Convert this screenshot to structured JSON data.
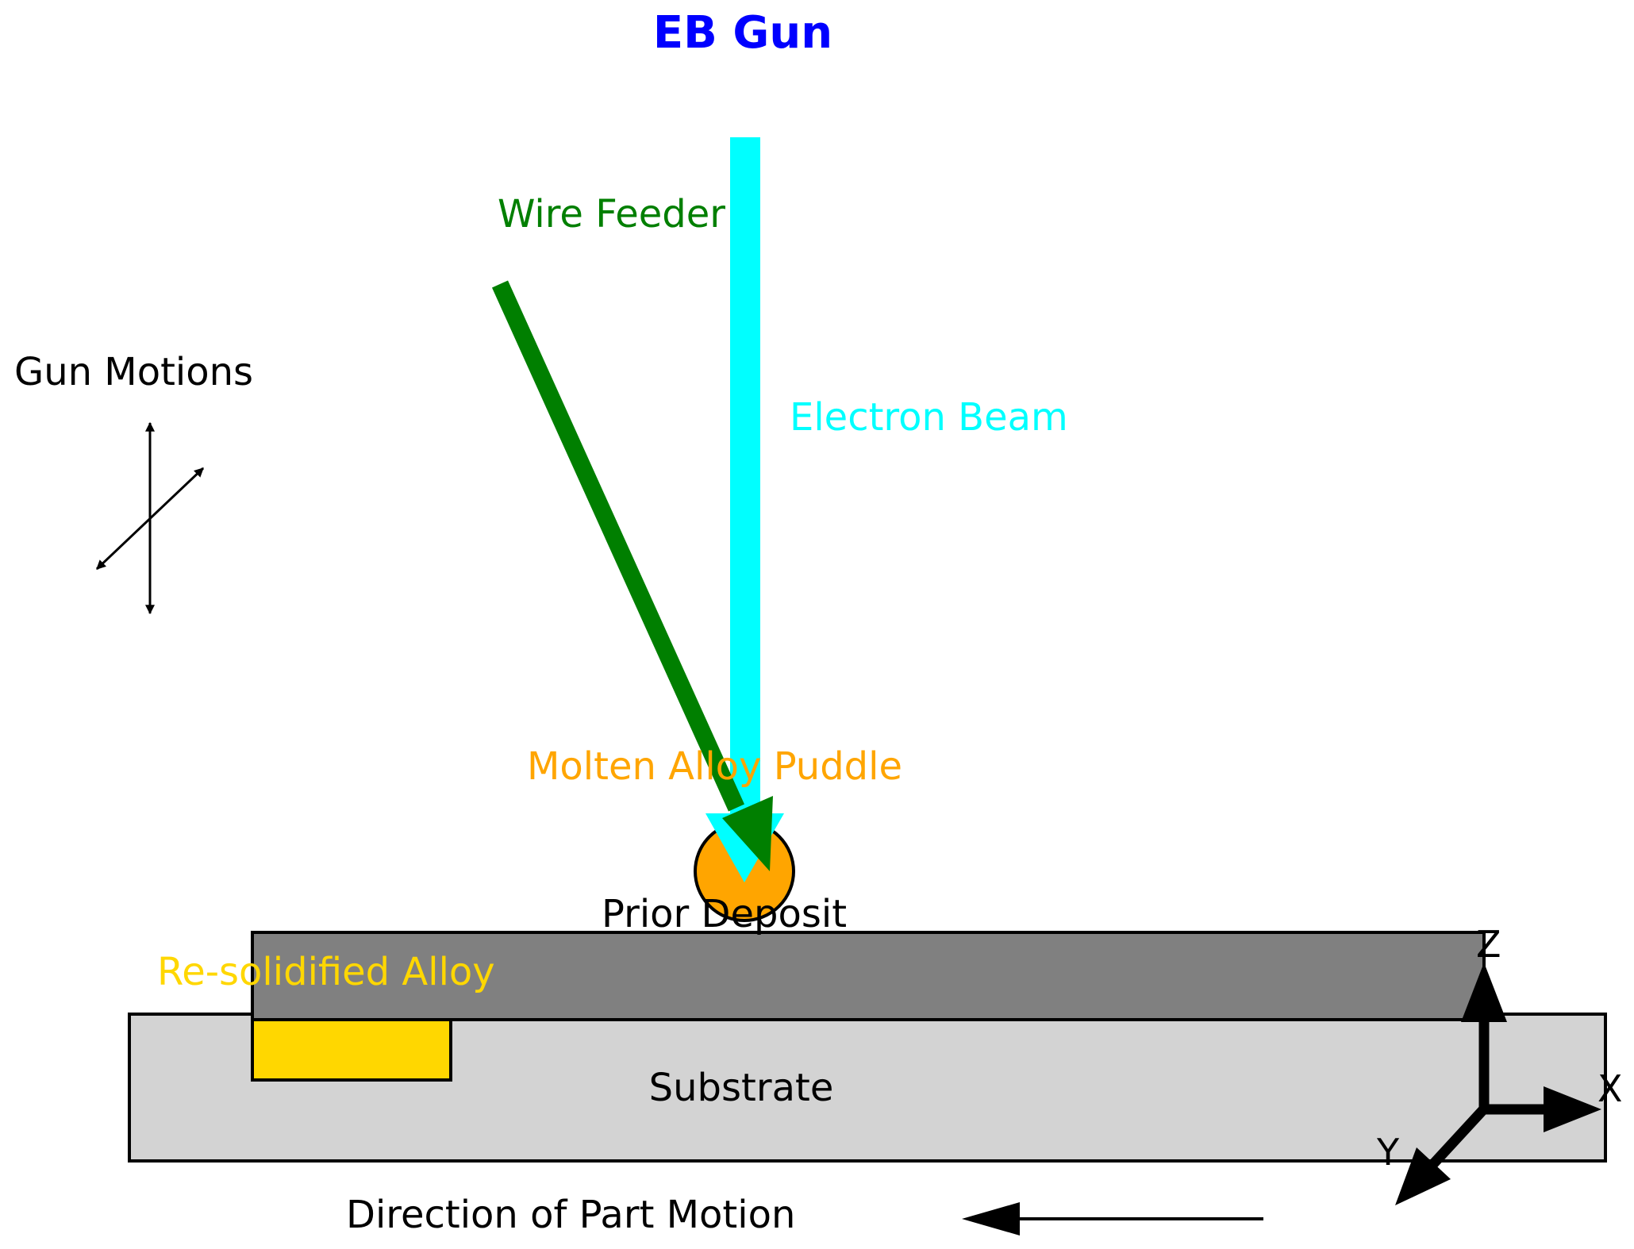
{
  "labels": {
    "eb_gun": "EB Gun",
    "wire_feeder": "Wire Feeder",
    "electron_beam": "Electron Beam",
    "gun_motions": "Gun Motions",
    "molten_alloy_puddle": "Molten Alloy Puddle",
    "prior_deposit": "Prior Deposit",
    "resolidified_alloy": "Re-solidified Alloy",
    "substrate": "Substrate",
    "direction_of_part_motion": "Direction of Part Motion",
    "axis_z": "Z",
    "axis_x": "X",
    "axis_y": "Y"
  },
  "colors": {
    "eb_gun": "#0000ff",
    "electron_beam": "#00ffff",
    "wire_feeder": "#007f00",
    "molten_puddle": "#ffa500",
    "resolidified_alloy": "#ffd700",
    "prior_deposit": "#808080",
    "substrate": "#d3d3d3",
    "text": "#000000"
  }
}
